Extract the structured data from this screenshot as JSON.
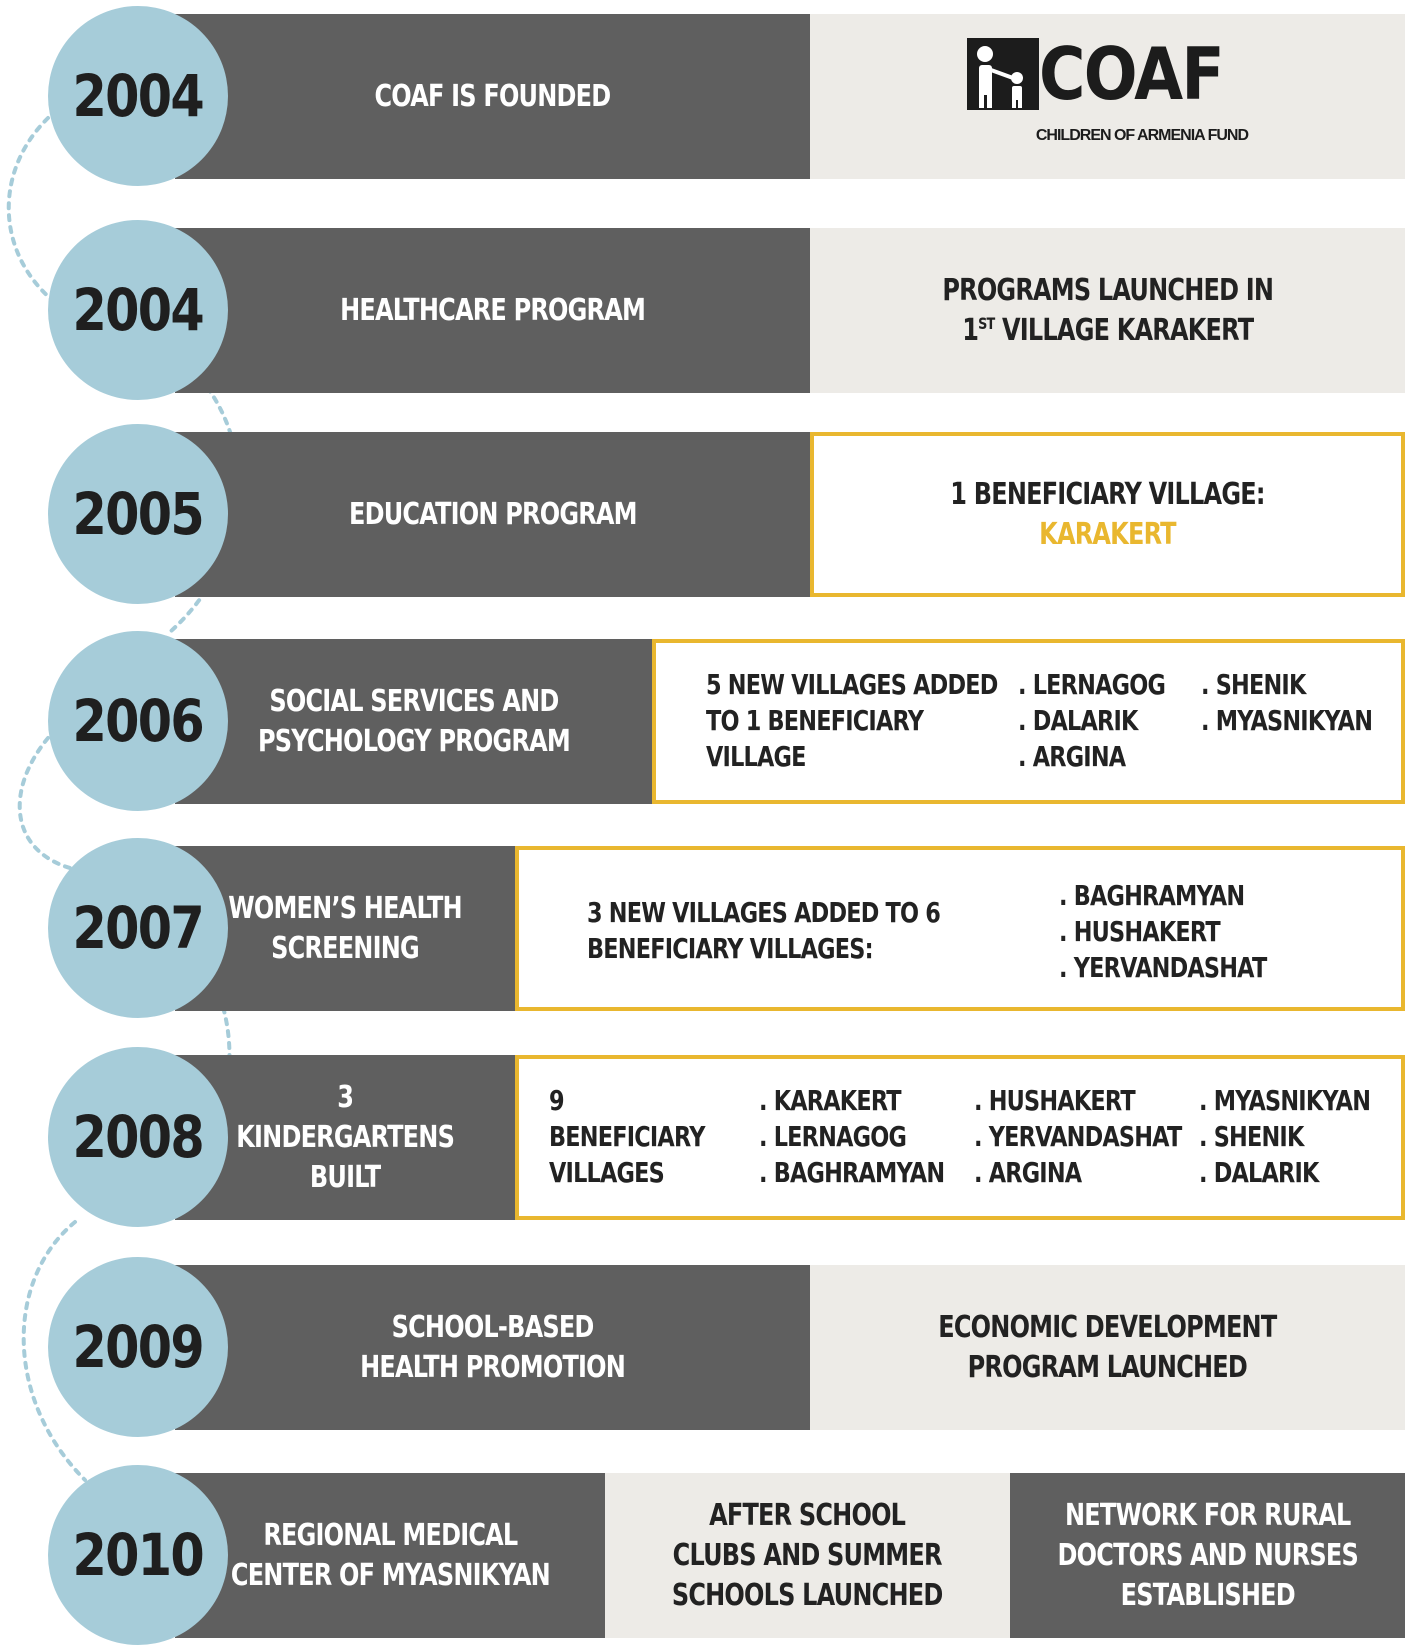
{
  "timeline": [
    {
      "year": "2004",
      "title": "COAF IS FOUNDED",
      "logo": {
        "word": "COAF",
        "sub": "CHILDREN OF ARMENIA FUND",
        "icon": "family-icon"
      }
    },
    {
      "year": "2004",
      "title": "HEALTHCARE PROGRAM",
      "note": {
        "line1": "PROGRAMS LAUNCHED IN",
        "line2_pre": "1",
        "line2_sup": "ST",
        "line2_post": " VILLAGE KARAKERT"
      }
    },
    {
      "year": "2005",
      "title": "EDUCATION PROGRAM",
      "note": {
        "line1": "1 BENEFICIARY VILLAGE:",
        "highlight": "KARAKERT"
      }
    },
    {
      "year": "2006",
      "title": [
        "SOCIAL SERVICES AND",
        "PSYCHOLOGY PROGRAM"
      ],
      "note": {
        "intro": [
          "5 NEW VILLAGES ADDED",
          "TO 1 BENEFICIARY",
          "VILLAGE"
        ],
        "col1": [
          ". LERNAGOG",
          ". DALARIK",
          ". ARGINA"
        ],
        "col2": [
          ". SHENIK",
          ". MYASNIKYAN"
        ]
      }
    },
    {
      "year": "2007",
      "title": [
        "WOMEN’S HEALTH",
        "SCREENING"
      ],
      "note": {
        "intro": [
          "3 NEW VILLAGES ADDED TO 6",
          "BENEFICIARY VILLAGES:"
        ],
        "col1": [
          ". BAGHRAMYAN",
          ". HUSHAKERT",
          ". YERVANDASHAT"
        ]
      }
    },
    {
      "year": "2008",
      "title": [
        "3",
        "KINDERGARTENS",
        "BUILT"
      ],
      "note": {
        "intro": [
          "9",
          "BENEFICIARY",
          "VILLAGES"
        ],
        "col1": [
          ". KARAKERT",
          ". LERNAGOG",
          ". BAGHRAMYAN"
        ],
        "col2": [
          ". HUSHAKERT",
          ". YERVANDASHAT",
          ". ARGINA"
        ],
        "col3": [
          ". MYASNIKYAN",
          ". SHENIK",
          ". DALARIK"
        ]
      }
    },
    {
      "year": "2009",
      "title": [
        "SCHOOL-BASED",
        "HEALTH PROMOTION"
      ],
      "note": [
        "ECONOMIC DEVELOPMENT",
        "PROGRAM LAUNCHED"
      ]
    },
    {
      "year": "2010",
      "title": [
        "REGIONAL MEDICAL",
        "CENTER OF MYASNIKYAN"
      ],
      "note": [
        "AFTER SCHOOL",
        "CLUBS AND SUMMER",
        "SCHOOLS LAUNCHED"
      ],
      "note2": [
        "NETWORK FOR RURAL",
        "DOCTORS AND NURSES",
        "ESTABLISHED"
      ]
    }
  ],
  "colors": {
    "dark_bar": "#5f5f5f",
    "light_panel": "#edebe7",
    "accent": "#e9b72f",
    "circle": "#a6ccd9"
  }
}
